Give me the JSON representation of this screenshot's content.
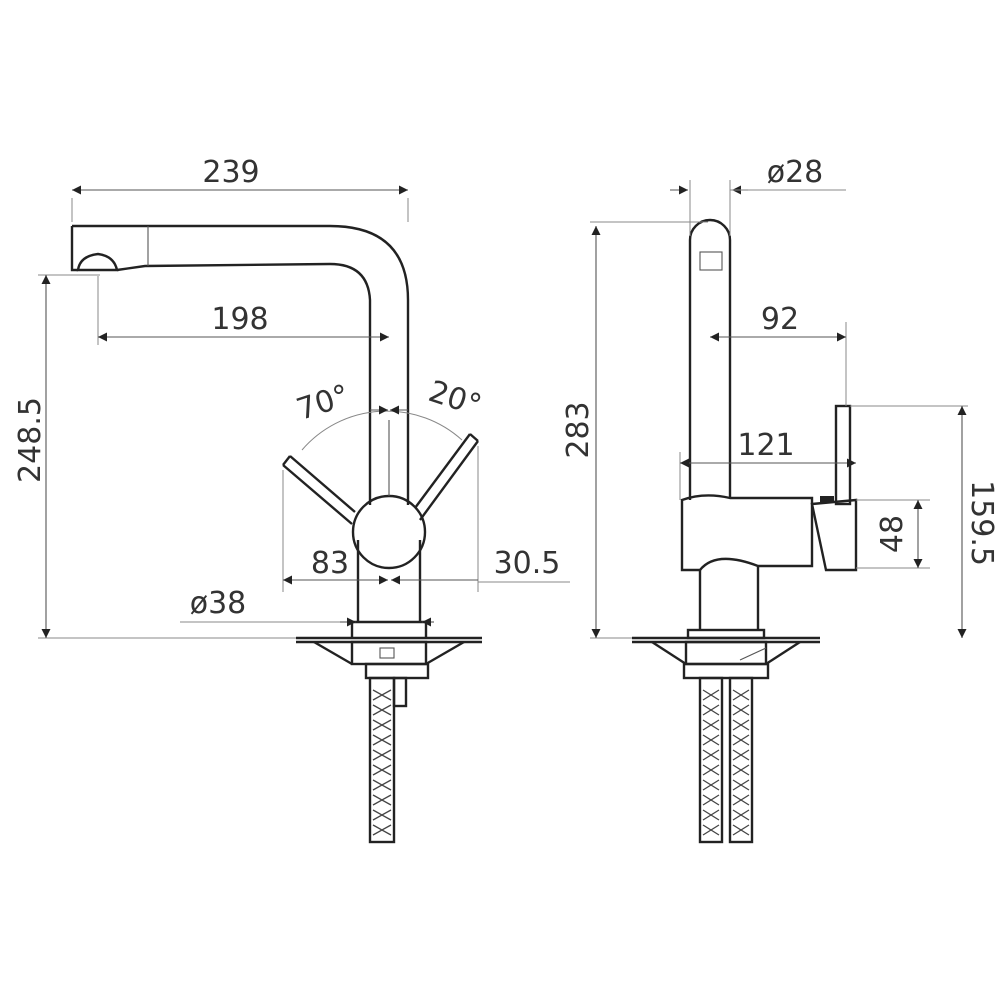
{
  "dimensions": {
    "front_width": "239",
    "front_reach": "198",
    "front_height": "248.5",
    "handle_angle_left": "70°",
    "handle_angle_right": "20°",
    "handle_offset_left": "83",
    "handle_offset_right": "30.5",
    "base_diameter": "ø38",
    "side_diameter": "ø28",
    "side_height": "283",
    "side_offset_top": "92",
    "side_offset_mid": "121",
    "side_handle_height": "159.5",
    "side_body_height": "48"
  },
  "colors": {
    "line": "#222222",
    "text": "#333333",
    "extension": "#888888"
  }
}
